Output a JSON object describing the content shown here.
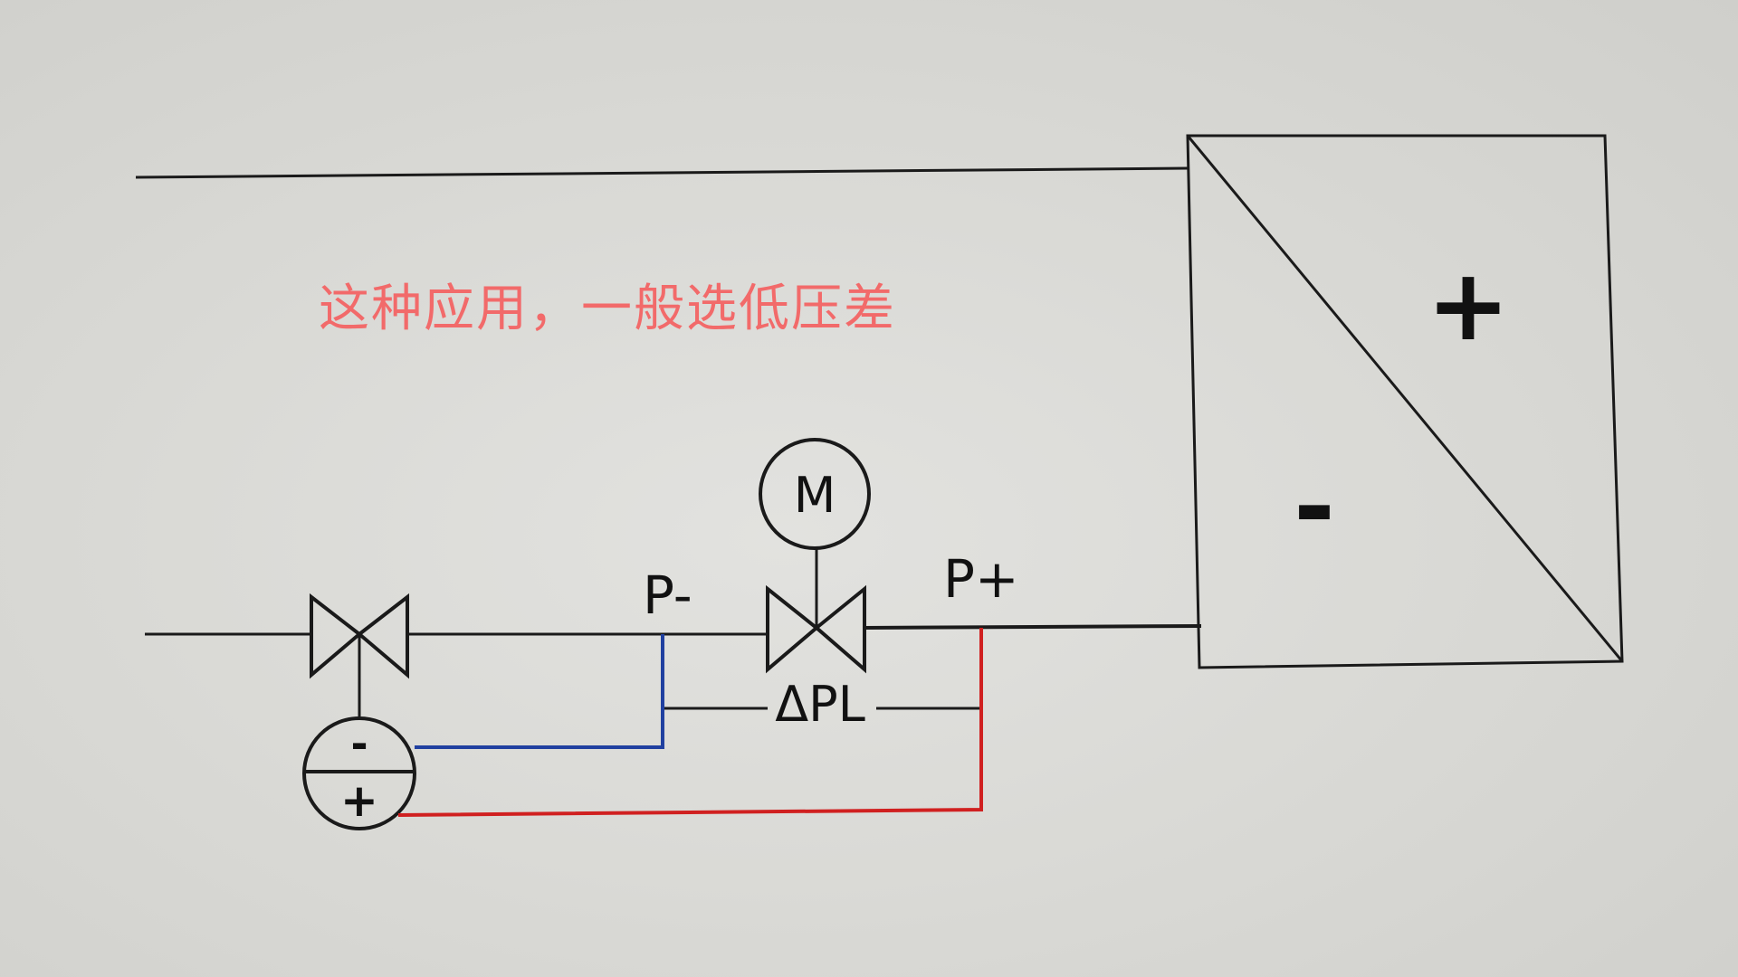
{
  "annotation": "这种应用，一般选低压差",
  "labels": {
    "motor": "M",
    "p_minus": "P-",
    "p_plus": "P+",
    "delta_pl": "ΔPL",
    "box_plus": "+",
    "box_minus": "-",
    "regulator_minus": "-",
    "regulator_plus": "+"
  },
  "colors": {
    "line": "#1a1a1a",
    "low_pressure_line": "#2040a0",
    "high_pressure_line": "#d02020",
    "annotation": "#f26a6a"
  }
}
